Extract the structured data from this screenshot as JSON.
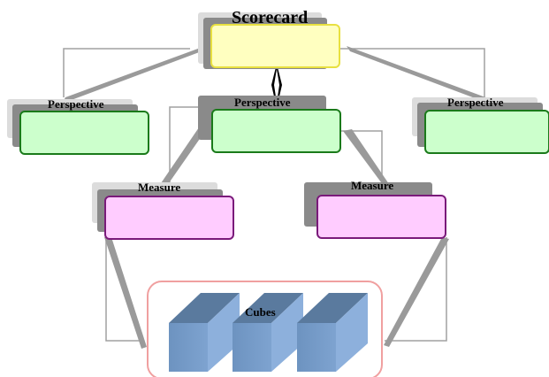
{
  "diagram": {
    "scorecard": {
      "label": "Scorecard"
    },
    "perspectives": [
      {
        "label": "Perspective"
      },
      {
        "label": "Perspective"
      },
      {
        "label": "Perspective"
      }
    ],
    "measures": [
      {
        "label": "Measure"
      },
      {
        "label": "Measure"
      }
    ],
    "cubes": {
      "label": "Cubes"
    }
  },
  "colors": {
    "scorecard_fill": "#ffffc0",
    "scorecard_border": "#e8e040",
    "perspective_fill": "#ccffcc",
    "perspective_border": "#1a7a1a",
    "measure_fill": "#ffccff",
    "measure_border": "#7a1a7a",
    "cube_fill": "#7399c6",
    "cube_container_border": "#f0a0a0",
    "connector": "#a0a0a0"
  }
}
